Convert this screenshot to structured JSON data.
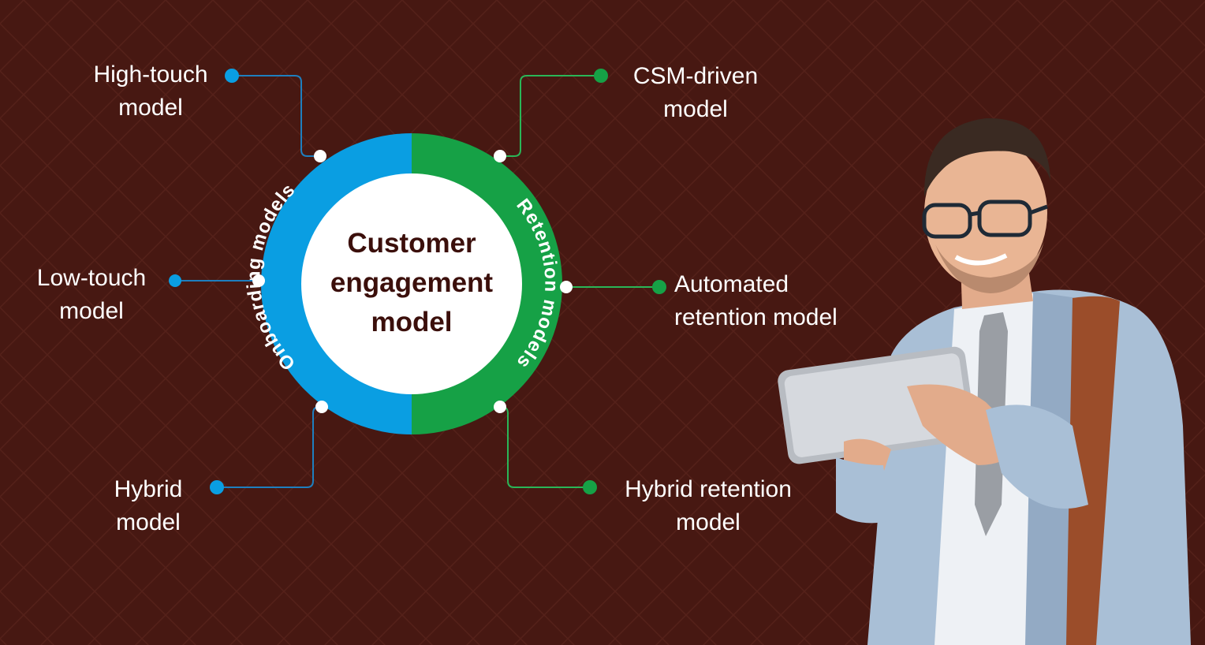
{
  "center": {
    "lines": [
      "Customer",
      "engagement",
      "model"
    ]
  },
  "ring": {
    "left_label": "Onboarding models",
    "right_label": "Retention models",
    "left_color": "#0a9ee2",
    "right_color": "#16a146"
  },
  "left_items": [
    {
      "lines": [
        "High-touch",
        "model"
      ]
    },
    {
      "lines": [
        "Low-touch",
        "model"
      ]
    },
    {
      "lines": [
        "Hybrid",
        "model"
      ]
    }
  ],
  "right_items": [
    {
      "lines": [
        "CSM-driven",
        "model"
      ]
    },
    {
      "lines": [
        "Automated",
        "retention model"
      ]
    },
    {
      "lines": [
        "Hybrid retention",
        "model"
      ]
    }
  ],
  "colors": {
    "background": "#471812",
    "blue": "#0a9ee2",
    "green": "#16a146",
    "center_text": "#3b0f0b"
  }
}
